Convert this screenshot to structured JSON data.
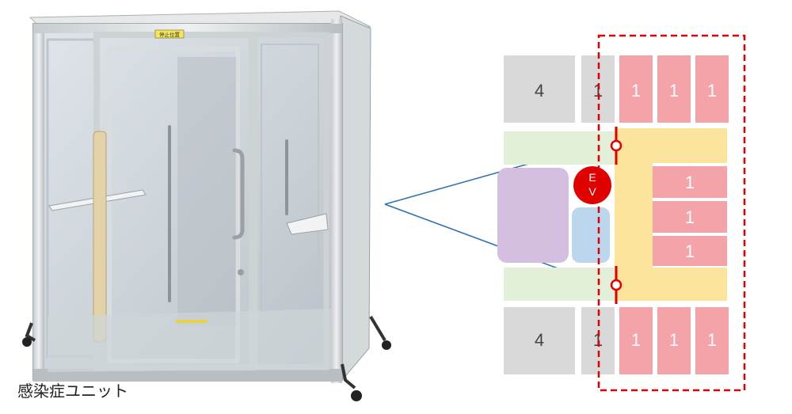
{
  "photo": {
    "caption": "感染症ユニット",
    "door_label": "停止位置"
  },
  "floorplan": {
    "rooms_top": [
      {
        "label": "4",
        "type": "gray"
      },
      {
        "label": "1",
        "type": "gray"
      },
      {
        "label": "1",
        "type": "pink"
      },
      {
        "label": "1",
        "type": "pink"
      },
      {
        "label": "1",
        "type": "pink"
      }
    ],
    "rooms_right": [
      {
        "label": "1"
      },
      {
        "label": "1"
      },
      {
        "label": "1"
      }
    ],
    "rooms_bottom": [
      {
        "label": "4",
        "type": "gray"
      },
      {
        "label": "1",
        "type": "gray"
      },
      {
        "label": "1",
        "type": "pink"
      },
      {
        "label": "1",
        "type": "pink"
      },
      {
        "label": "1",
        "type": "pink"
      }
    ],
    "elevator": {
      "line1": "E",
      "line2": "V"
    },
    "colors": {
      "gray": "#d9d9d9",
      "pink": "#f4a3a8",
      "green": "#e2efd9",
      "yellow": "#fde49c",
      "purple": "#d5bfe0",
      "blue": "#bcd6ee",
      "elevator": "#e00000",
      "boundary": "#e00000",
      "arrow": "#2e75b6"
    }
  }
}
